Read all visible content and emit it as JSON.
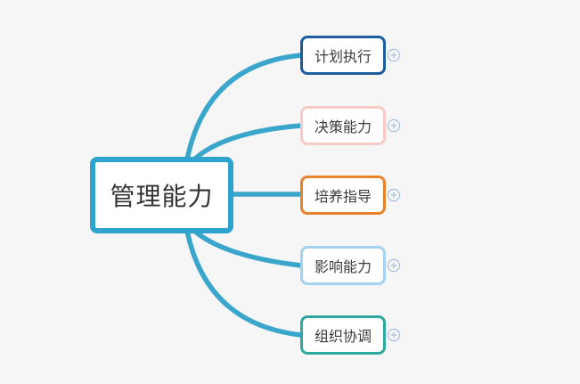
{
  "mindmap": {
    "background_color": "#f6f6f7",
    "connector_color": "#3ba6cb",
    "add_icon_color": "#a8c0dc",
    "root": {
      "label": "管理能力",
      "border_color": "#2ea3cd",
      "text_color": "#333333"
    },
    "children": [
      {
        "label": "计划执行",
        "border_color": "#1d5c9e"
      },
      {
        "label": "决策能力",
        "border_color": "#f8cac5"
      },
      {
        "label": "培养指导",
        "border_color": "#e8832c"
      },
      {
        "label": "影响能力",
        "border_color": "#a6d2f2"
      },
      {
        "label": "组织协调",
        "border_color": "#2fa99f"
      }
    ]
  }
}
